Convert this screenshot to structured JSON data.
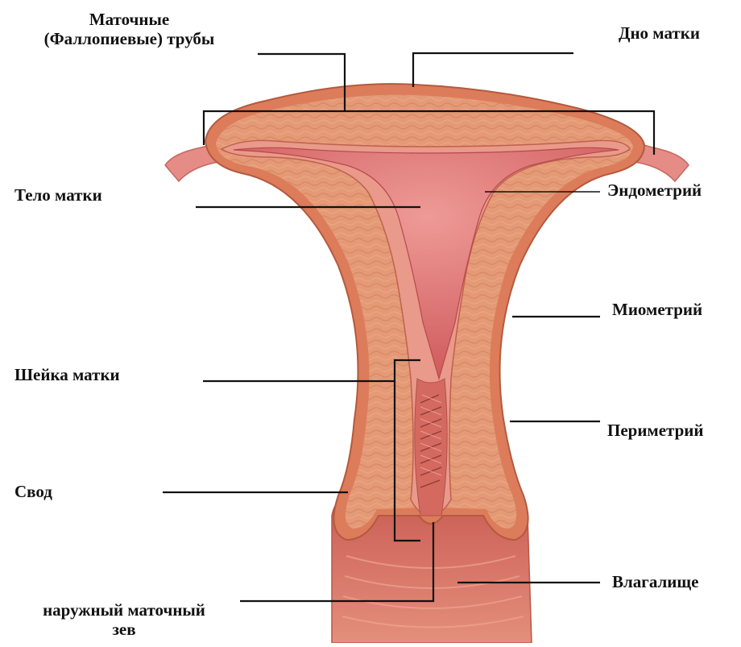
{
  "labels": {
    "tubes_line1": "Маточные",
    "tubes_line2": "(Фаллопиевые) трубы",
    "fundus": "Дно матки",
    "body": "Тело матки",
    "endometrium": "Эндометрий",
    "myometrium": "Миометрий",
    "cervix": "Шейка матки",
    "perimetrium": "Периметрий",
    "fornix": "Свод",
    "vagina": "Влагалище",
    "ostium_line1": "наружный маточный",
    "ostium_line2": "зев"
  },
  "colors": {
    "tube": "#e58c86",
    "uterus_outer": "#dc7c5a",
    "myometrium": "#e49a76",
    "fiber": "#c46a4c",
    "cavity": "#cf5d5f",
    "cavity_light": "#e88f8c",
    "vagina": "#d2725f",
    "leader_line": "#111111",
    "text": "#111111"
  }
}
